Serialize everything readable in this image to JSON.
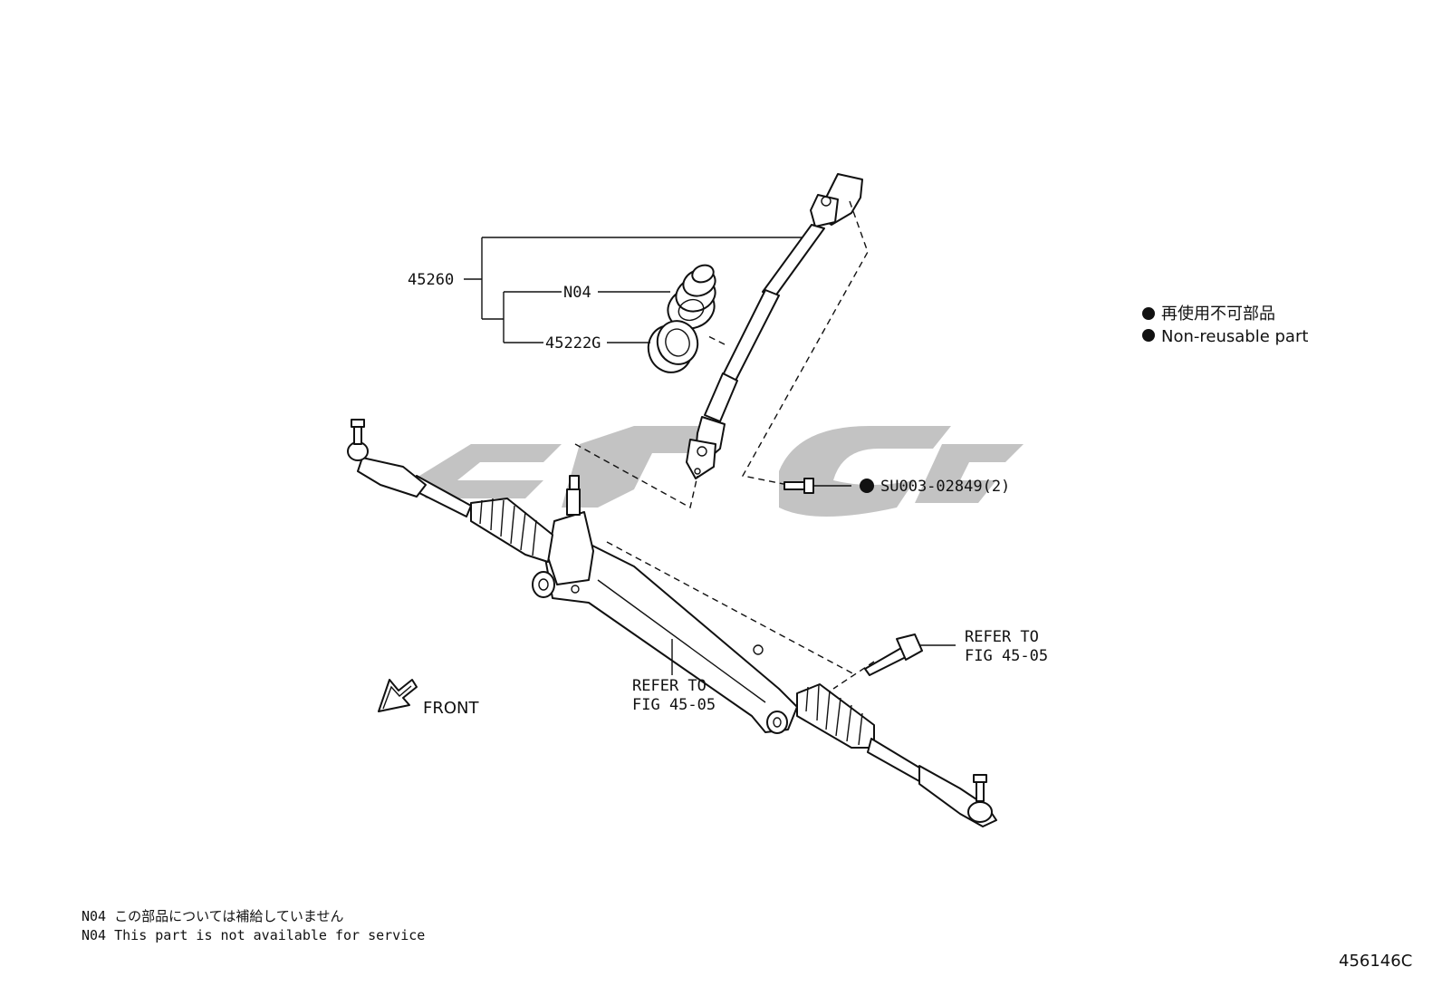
{
  "labels": {
    "p45260": "45260",
    "pN04": "N04",
    "p45222G": "45222G",
    "bolt": "SU003-02849(2)",
    "refer_upper_1": "REFER TO",
    "refer_upper_2": "FIG 45-05",
    "refer_lower_1": "REFER TO",
    "refer_lower_2": "FIG 45-05",
    "front": "FRONT"
  },
  "legend": {
    "jp": "再使用不可部品",
    "en": "Non-reusable part"
  },
  "notes": {
    "jp": "N04 この部品については補給していません",
    "en": "N04 This part is not available for service"
  },
  "figure_code": "456146C",
  "colors": {
    "line": "#111111",
    "watermark": "#b9b9b9"
  }
}
